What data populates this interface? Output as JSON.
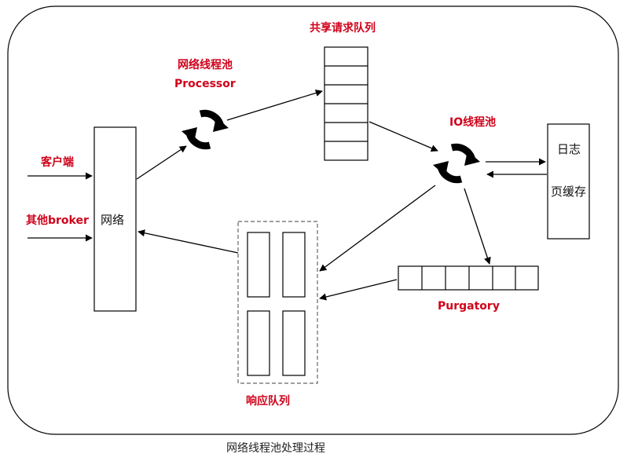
{
  "labels": {
    "shared_queue": "共享请求队列",
    "net_pool_line1": "网络线程池",
    "net_pool_line2": "Processor",
    "io_pool": "IO线程池",
    "client": "客户端",
    "other_broker": "其他broker",
    "network": "网络",
    "log": "日志",
    "page_cache": "页缓存",
    "purgatory": "Purgatory",
    "response_queue": "响应队列",
    "caption": "网络线程池处理过程"
  },
  "colors": {
    "accent": "#d0021b",
    "stroke": "#000000",
    "dashed": "#666666"
  },
  "icons": {
    "processor": "cycle-arrows-icon",
    "io": "cycle-arrows-icon"
  }
}
